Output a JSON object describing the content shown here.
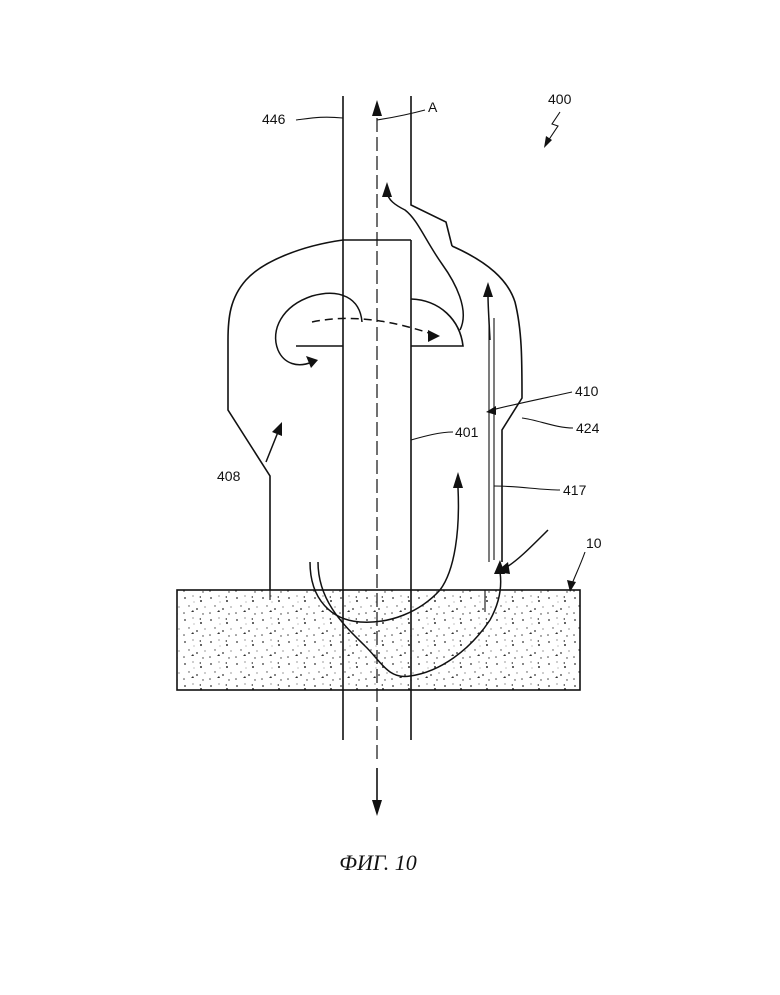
{
  "figure": {
    "caption": "ФИГ. 10",
    "labels": {
      "assembly": "400",
      "pipe": "446",
      "axis": "A",
      "inner_tube": "401",
      "chamber": "408",
      "annulus": "410",
      "housing_wall": "424",
      "baffle": "417",
      "bed": "10"
    }
  },
  "colors": {
    "line": "#111111",
    "background": "#ffffff"
  }
}
